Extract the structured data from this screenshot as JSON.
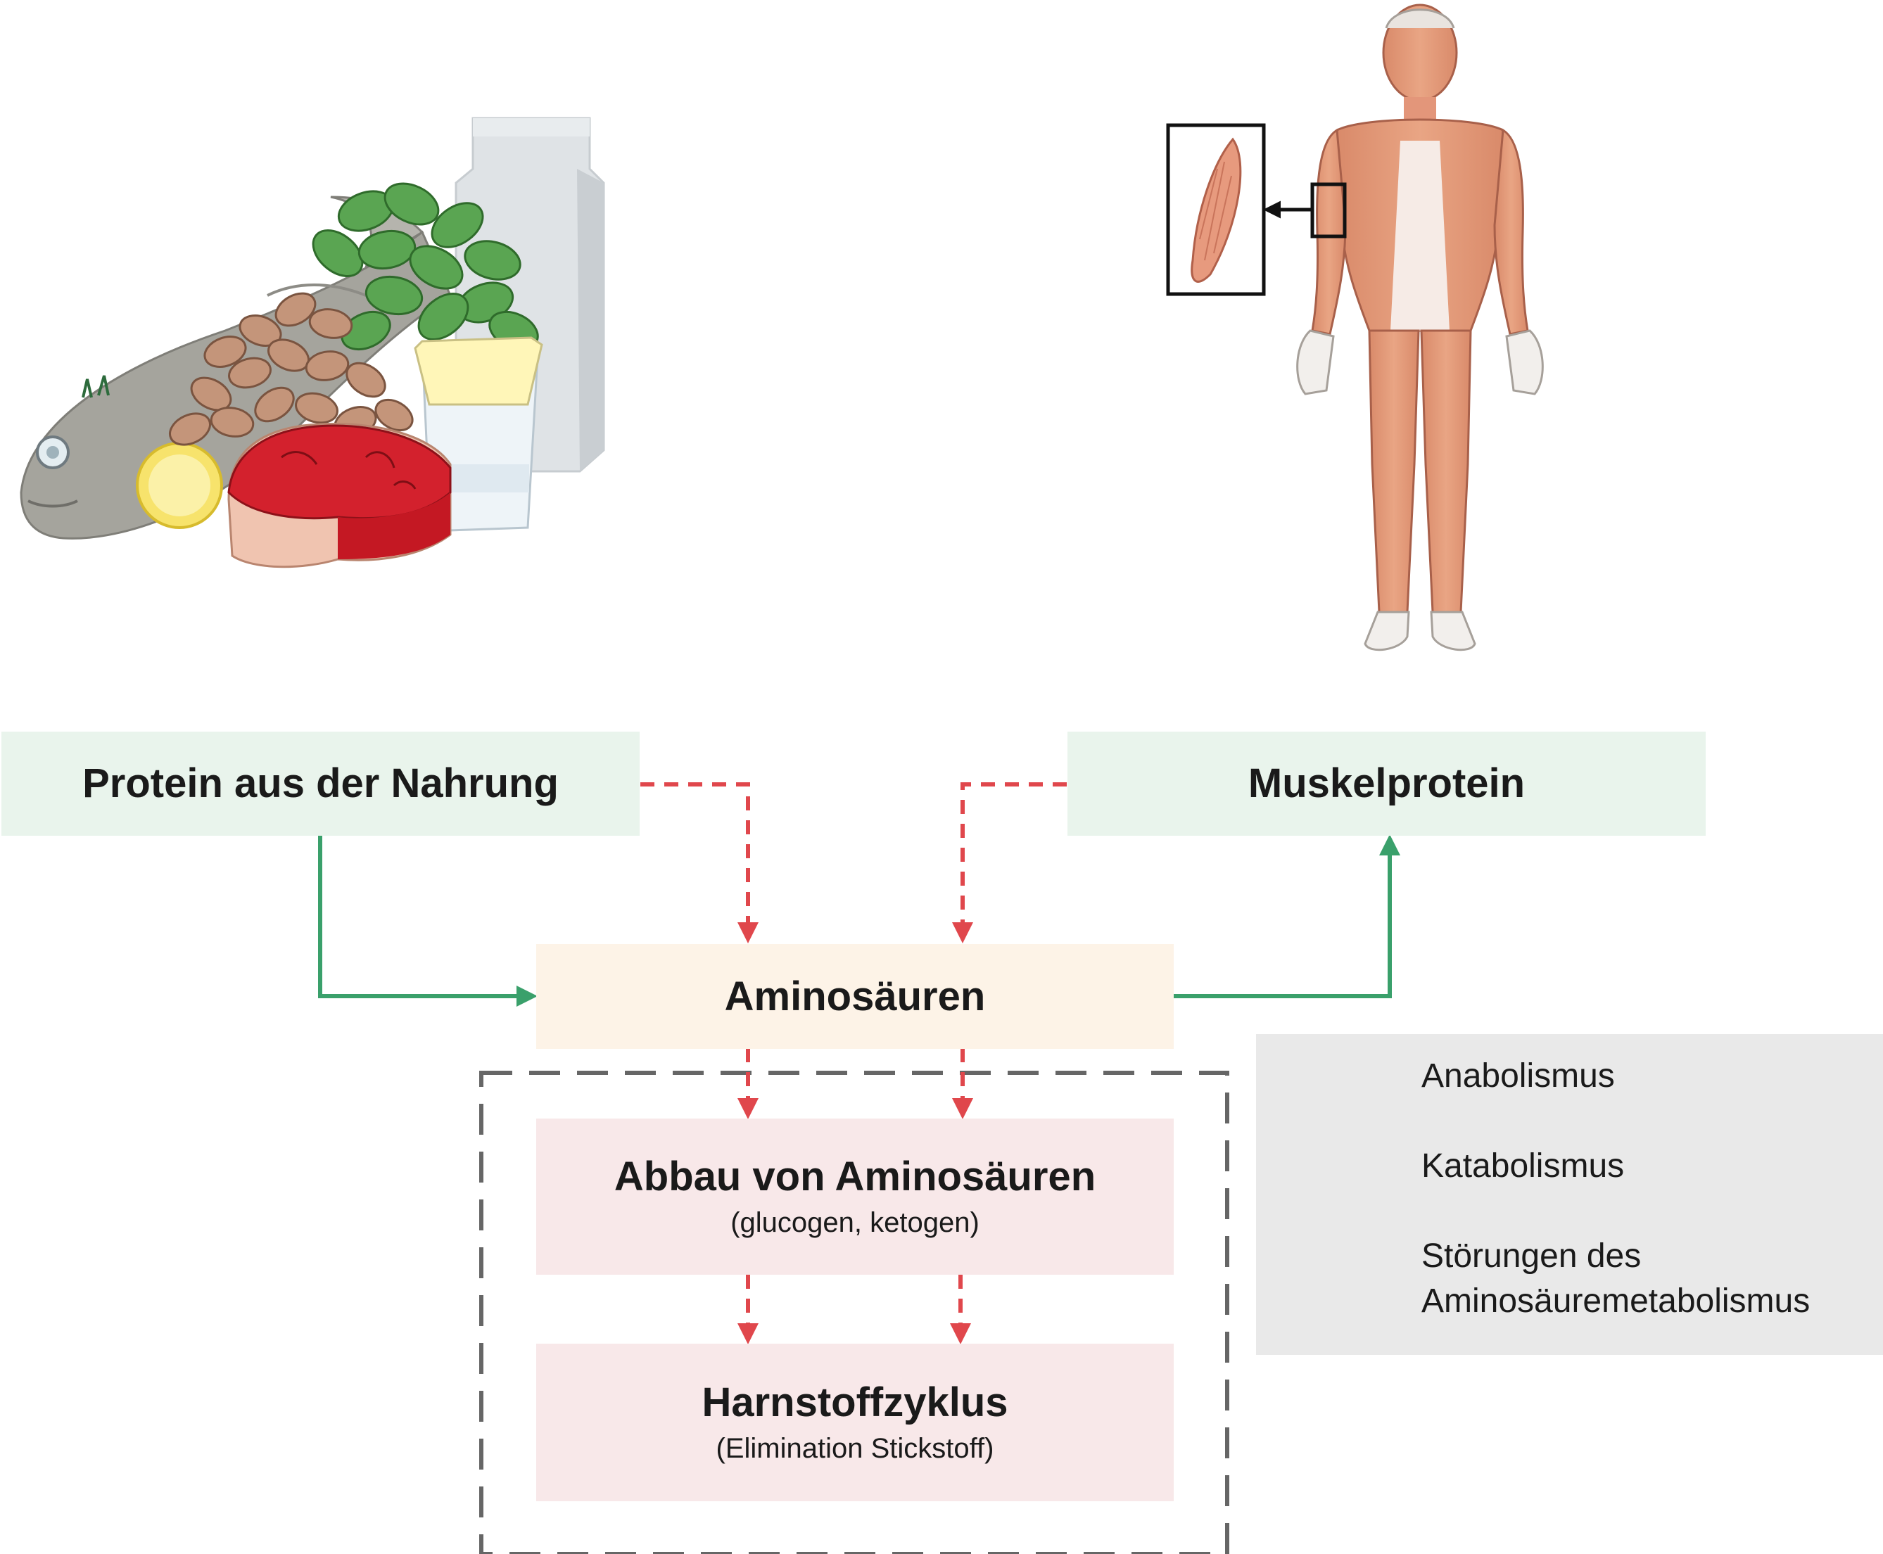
{
  "diagram": {
    "nodes": {
      "dietary_protein": {
        "title": "Protein aus der Nahrung"
      },
      "muscle_protein": {
        "title": "Muskelprotein"
      },
      "amino_acids": {
        "title": "Aminosäuren"
      },
      "aa_degradation": {
        "title": "Abbau von Aminosäuren",
        "subtitle": "(glucogen, ketogen)"
      },
      "urea_cycle": {
        "title": "Harnstoffzyklus",
        "subtitle": "(Elimination Stickstoff)"
      }
    },
    "legend": [
      {
        "label": "Anabolismus",
        "style": "solid",
        "color": "#3aa06b"
      },
      {
        "label": "Katabolismus",
        "style": "dashed",
        "color": "#e0474c"
      },
      {
        "label_line1": "Störungen des",
        "label_line2": "Aminosäuremetabolismus",
        "style": "long-dashed",
        "color": "#999999"
      }
    ],
    "illustrations": [
      "protein-rich-food-illustration",
      "human-muscle-anatomy-illustration"
    ]
  },
  "colors": {
    "anabolism": "#3aa06b",
    "catabolism": "#e0474c",
    "disorder_frame": "#666666",
    "green_box": "#e9f4ec",
    "peach_box": "#fdf3e7",
    "pink_box": "#f8e8e9",
    "legend_bg": "#e9e9e9"
  }
}
